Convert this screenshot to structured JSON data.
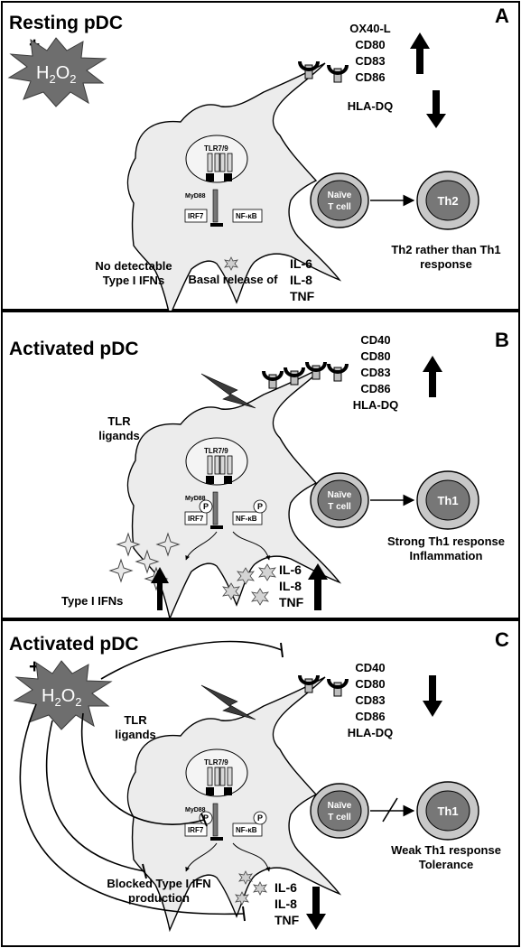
{
  "panels": [
    {
      "id": "A",
      "letter": "A",
      "title": "Resting pDC",
      "plus": "+",
      "h2o2": {
        "main": "H",
        "sub1": "2",
        "mid": "O",
        "sub2": "2"
      },
      "receptor": "TLR7/9",
      "adaptor": "MyD88",
      "irf": "IRF7",
      "nfkb": "NF-κB",
      "tcell": [
        "Naïve",
        "T cell"
      ],
      "th": "Th2",
      "markers_up": [
        "OX40-L",
        "CD80",
        "CD83",
        "CD86"
      ],
      "markers_down": [
        "HLA-DQ"
      ],
      "response": [
        "Th2 rather than Th1",
        "response"
      ],
      "ifn_text": [
        "No detectable",
        "Type I IFNs"
      ],
      "basal": "Basal release of",
      "cytokines": [
        "IL-6",
        "IL-8",
        "TNF"
      ]
    },
    {
      "id": "B",
      "letter": "B",
      "title": "Activated pDC",
      "tlr_ligands": [
        "TLR",
        "ligands"
      ],
      "receptor": "TLR7/9",
      "adaptor": "MyD88",
      "irf": "IRF7",
      "nfkb": "NF-κB",
      "phospho": "P",
      "tcell": [
        "Naïve",
        "T cell"
      ],
      "th": "Th1",
      "markers_up": [
        "CD40",
        "CD80",
        "CD83",
        "CD86",
        "HLA-DQ"
      ],
      "response": [
        "Strong Th1 response",
        "Inflammation"
      ],
      "ifn_text": "Type I IFNs",
      "cytokines": [
        "IL-6",
        "IL-8",
        "TNF"
      ]
    },
    {
      "id": "C",
      "letter": "C",
      "title": "Activated pDC",
      "plus": "+",
      "h2o2": {
        "main": "H",
        "sub1": "2",
        "mid": "O",
        "sub2": "2"
      },
      "tlr_ligands": [
        "TLR",
        "ligands"
      ],
      "receptor": "TLR7/9",
      "adaptor": "MyD88",
      "irf": "IRF7",
      "nfkb": "NF-κB",
      "phospho": "P",
      "tcell": [
        "Naïve",
        "T cell"
      ],
      "th": "Th1",
      "markers_down": [
        "CD40",
        "CD80",
        "CD83",
        "CD86",
        "HLA-DQ"
      ],
      "response": [
        "Weak Th1 response",
        "Tolerance"
      ],
      "ifn_text": [
        "Blocked Type I IFN",
        "production"
      ],
      "cytokines": [
        "IL-6",
        "IL-8",
        "TNF"
      ]
    }
  ],
  "colors": {
    "cell_fill": "#ececec",
    "th_fill": "#777777",
    "ring_fill": "#c8c8c8",
    "h2o2_fill": "#6e6e6e",
    "receptor_fill": "#bdbdbd"
  }
}
